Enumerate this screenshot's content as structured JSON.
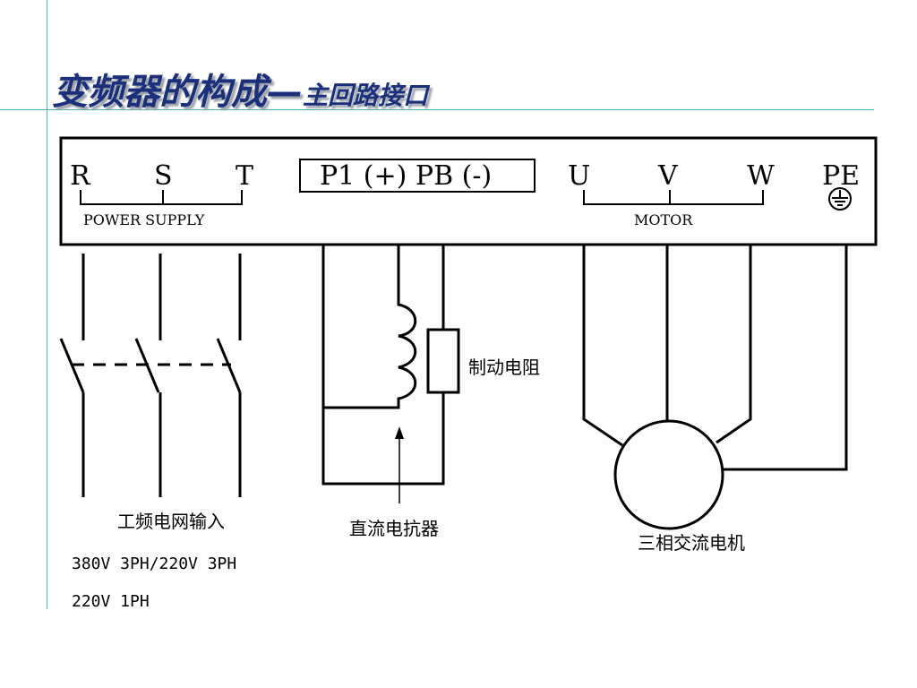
{
  "title": {
    "main": "变频器的构成—",
    "sub": "主回路接口"
  },
  "terminal_block": {
    "power_terminals": [
      "R",
      "S",
      "T"
    ],
    "power_label": "POWER SUPPLY",
    "dc_terminals": "P1 (+) PB (-)",
    "motor_terminals": [
      "U",
      "V",
      "W"
    ],
    "motor_label": "MOTOR",
    "earth_terminal": "PE"
  },
  "labels": {
    "braking_resistor": "制动电阻",
    "dc_reactor": "直流电抗器",
    "three_phase_motor": "三相交流电机",
    "mains_input": "工频电网输入",
    "voltage_line1": "380V 3PH/220V 3PH",
    "voltage_line2": "220V   1PH"
  },
  "colors": {
    "title": "#1c2f7a",
    "accent_lines": "#4fb3b3",
    "wiring": "#000000"
  }
}
